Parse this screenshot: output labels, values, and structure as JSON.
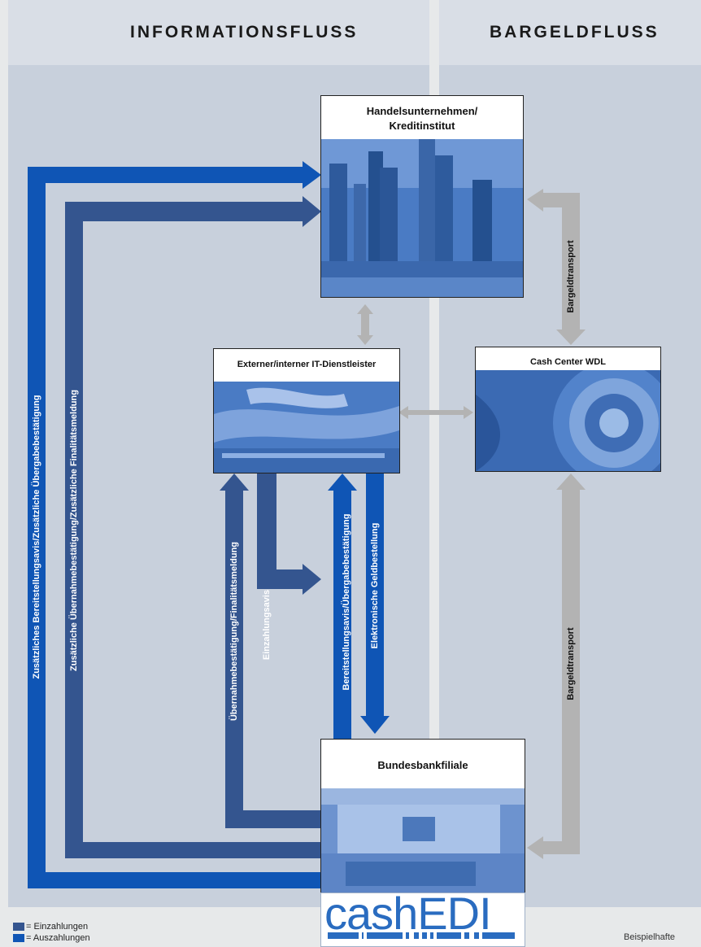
{
  "headers": {
    "info": "INFORMATIONSFLUSS",
    "cash": "BARGELDFLUSS"
  },
  "nodes": {
    "handel": "Handelsunternehmen/\nKreditinstitut",
    "it": "Externer/interner IT-Dienstleister",
    "cashcenter": "Cash Center WDL",
    "bundesbank": "Bundesbankfiliale"
  },
  "flows": {
    "outer_blue": "Zusätzliches Bereitstellungsavis/Zusätzliche Übergabebestätigung",
    "outer_dark": "Zusätzliche Übernahmebestätigung/Zusätzliche Finalitätsmeldung",
    "uebernahme": "Übernahmebestätigung/Finalitätsmeldung",
    "einzahlung": "Einzahlungsavis",
    "bereitstellung": "Bereitstellungsavis/Übergabebestätigung",
    "geldbestellung": "Elektronische Geldbestellung",
    "transport_top": "Bargeldtransport",
    "transport_bottom": "Bargeldtransport"
  },
  "logo": {
    "text": "cashEDI"
  },
  "legend": {
    "einzahlungen": "= Einzahlungen",
    "auszahlungen": "= Auszahlungen"
  },
  "note": "Beispielhafte",
  "colors": {
    "einzahlung": "#34558f",
    "auszahlung": "#0f55b5",
    "transport": "#b3b3b3",
    "column": "#c8d0dc"
  }
}
